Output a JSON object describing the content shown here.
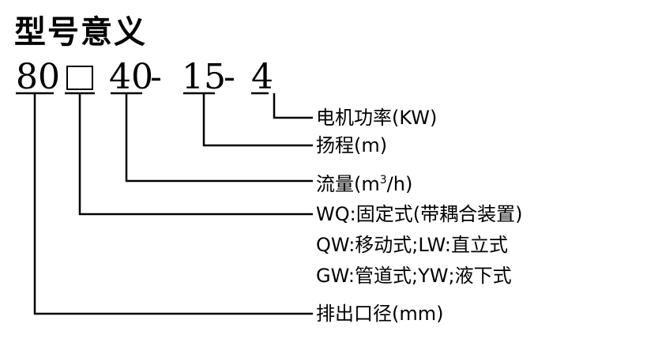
{
  "title": "型号意义",
  "code": {
    "seg1": "80",
    "seg3": "40",
    "dash1": "-",
    "seg4": "15",
    "dash2": "-",
    "seg5": "4"
  },
  "labels": {
    "power": "电机功率(KW)",
    "head": "扬程(m)",
    "flow_prefix": "流量(m",
    "flow_sup": "3",
    "flow_suffix": "/h)",
    "type_wq": "WQ:固定式(带耦合装置)",
    "type_qw": "QW:移动式;LW:直立式",
    "type_gw": "GW:管道式;YW;液下式",
    "outlet": "排出口径(mm)"
  }
}
